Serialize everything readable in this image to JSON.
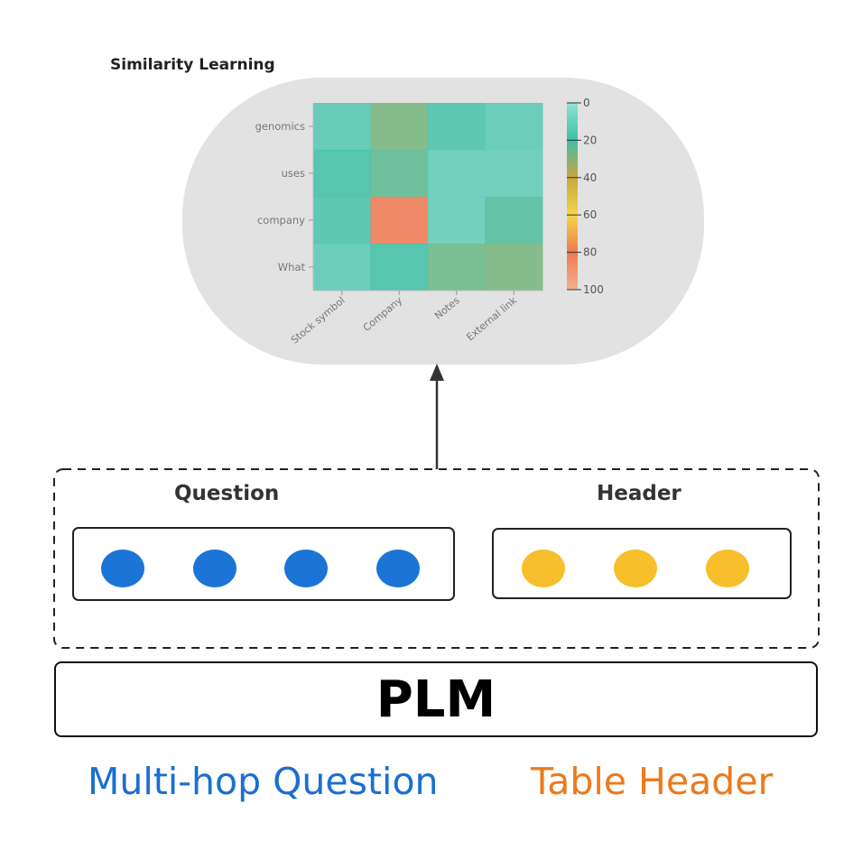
{
  "title": "Similarity Learning",
  "heatmap": {
    "rows": [
      "genomics",
      "uses",
      "company",
      "What"
    ],
    "cols": [
      "Stock symbol",
      "Company",
      "Notes",
      "External link"
    ],
    "values": [
      [
        15,
        28,
        18,
        14
      ],
      [
        20,
        24,
        12,
        12
      ],
      [
        18,
        80,
        12,
        22
      ],
      [
        14,
        20,
        26,
        28
      ]
    ],
    "colorbar": {
      "min": 0,
      "max": 100,
      "ticks": [
        "0",
        "20",
        "40",
        "60",
        "80",
        "100"
      ]
    }
  },
  "colors": {
    "cloud": "#e2e2e2",
    "question_token": "#1b74d6",
    "header_token": "#f6bf2b",
    "question_text": "#1a6fd1",
    "header_text": "#ec7a1c"
  },
  "encoder": {
    "question_label": "Question",
    "header_label": "Header",
    "question_tokens": 4,
    "header_tokens": 3
  },
  "plm_label": "PLM",
  "bottom": {
    "question_caption": "Multi-hop Question",
    "header_caption": "Table Header"
  }
}
